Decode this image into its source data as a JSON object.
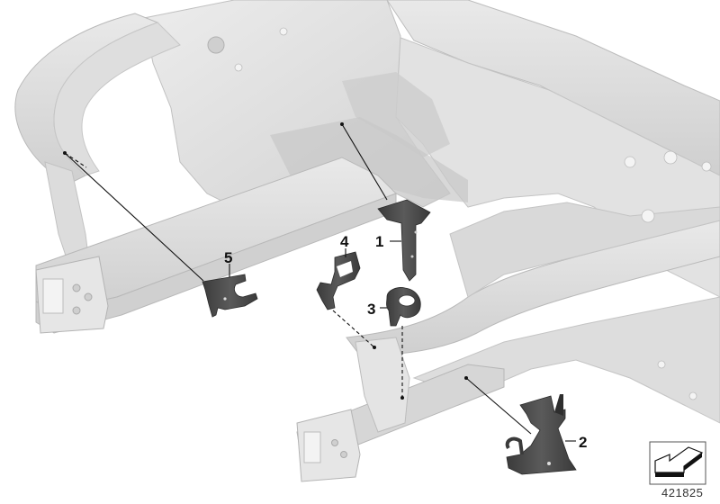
{
  "diagram": {
    "type": "exploded-parts-diagram",
    "subject": "vehicle front body structure with brackets",
    "diagram_number": "421825",
    "colors": {
      "background": "#ffffff",
      "body_light": "#e6e6e6",
      "body_mid": "#d4d4d4",
      "body_shadow": "#c2c2c2",
      "body_edge": "#b5b5b5",
      "part_dark": "#4a4a4a",
      "part_darker": "#333333",
      "leader_line": "#111111"
    },
    "callouts": [
      {
        "id": "1",
        "label": "1",
        "part": "bracket (vertical angle bracket)"
      },
      {
        "id": "2",
        "label": "2",
        "part": "bracket (lower mounting bracket)"
      },
      {
        "id": "3",
        "label": "3",
        "part": "clip / holder (ring clip)"
      },
      {
        "id": "4",
        "label": "4",
        "part": "bracket (bent tab with window)"
      },
      {
        "id": "5",
        "label": "5",
        "part": "bracket (fork-shaped bracket)"
      }
    ],
    "reference_icon": "view-direction-arrow-icon"
  }
}
